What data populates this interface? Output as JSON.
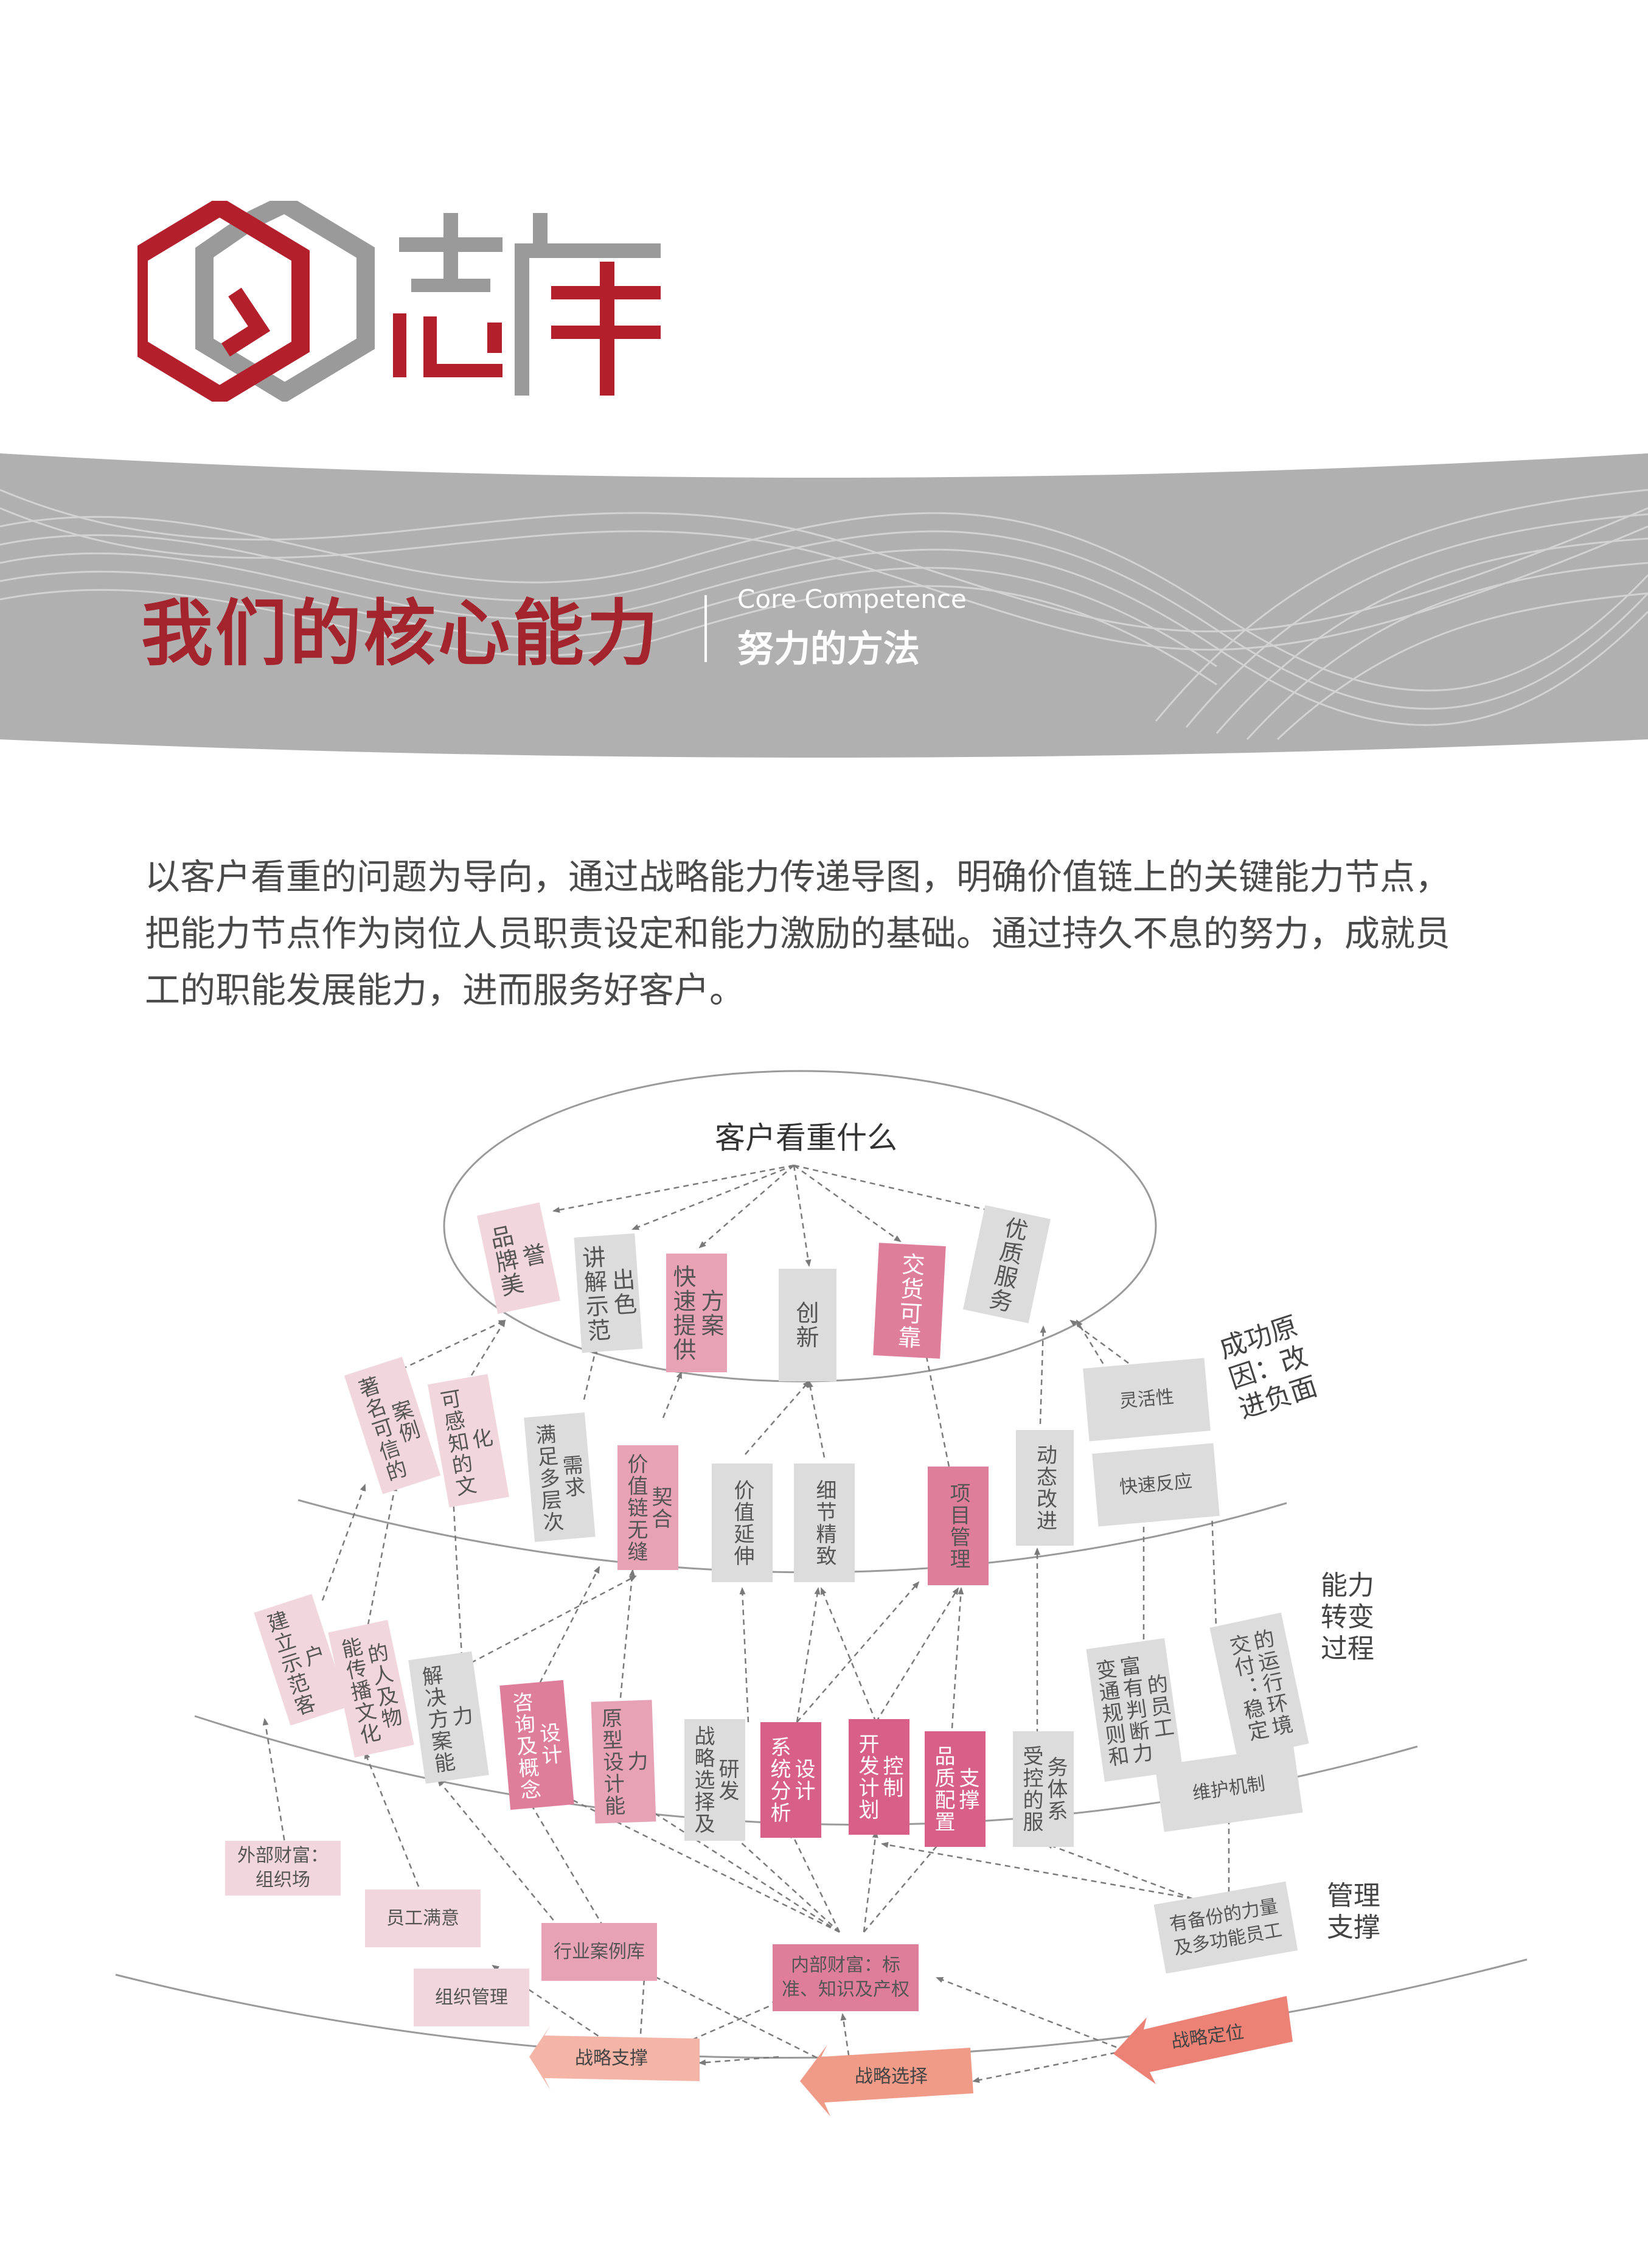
{
  "brand": {
    "name": "志库"
  },
  "header": {
    "title": "我们的核心能力",
    "subtitle_en": "Core Competence",
    "subtitle_cn": "努力的方法"
  },
  "intro": {
    "line1": "以客户看重的问题为导向，通过战略能力传递导图，明确价值链上的关键能力节点，",
    "line2": "把能力节点作为岗位人员职责设定和能力激励的基础。通过持久不息的努力，成就员",
    "line3": "工的职能发展能力，进而服务好客户。"
  },
  "diagram": {
    "oval_title": "客户看重什么",
    "sections": {
      "success": "成功原因：改进负面",
      "transform": "能力转变过程",
      "support": "管理支撑"
    },
    "top": {
      "brand": "品牌美誉",
      "explain": "讲解示范出色",
      "fast": "快速提供方案",
      "innovate": "创新",
      "delivery": "交货可靠",
      "service": "优质服务"
    },
    "row1": {
      "cases": "著名可信的案例",
      "culture": "可感知的文化",
      "needs": "满足多层次需求",
      "chain": "价值链无缝契合",
      "extend": "价值延伸",
      "detail": "细节精致",
      "project": "项目管理",
      "improve": "动态改进",
      "flex": "灵活性",
      "fast_resp": "快速反应"
    },
    "row2": {
      "demo": "建立示范客户",
      "spread": "能传播文化的人及物",
      "solution": "解决方案能力",
      "consult": "咨询及概念设计",
      "proto": "原型设计能力",
      "strategy_rd": "战略选择及研发",
      "sys": "系统分析设计",
      "plan": "开发计划控制",
      "quality": "品质配置支撑",
      "controlled": "受控的服务体系",
      "staff_adapt": "变通规则和富有判断力的员工",
      "deliver_env": "交付：稳定的运行环境",
      "maintain": "维护机制"
    },
    "row3": {
      "ext_wealth": "外部财富：组织场",
      "satisfaction": "员工满意",
      "org_mgmt": "组织管理",
      "industry_cases": "行业案例库",
      "int_wealth": "内部财富：标准、知识及产权",
      "backup": "有备份的力量及多功能员工"
    },
    "bottom": {
      "support": "战略支撑",
      "choice": "战略选择",
      "position": "战略定位"
    }
  },
  "colors": {
    "brand_red": "#a4242e",
    "banner_grey": "#b0b0b0",
    "box_grey": "#dcdcdc",
    "box_light_pink": "#f2d6dd",
    "box_pink": "#e8a2b6",
    "box_deep_pink": "#d86088",
    "arrow_salmon": "#ef8c80"
  }
}
